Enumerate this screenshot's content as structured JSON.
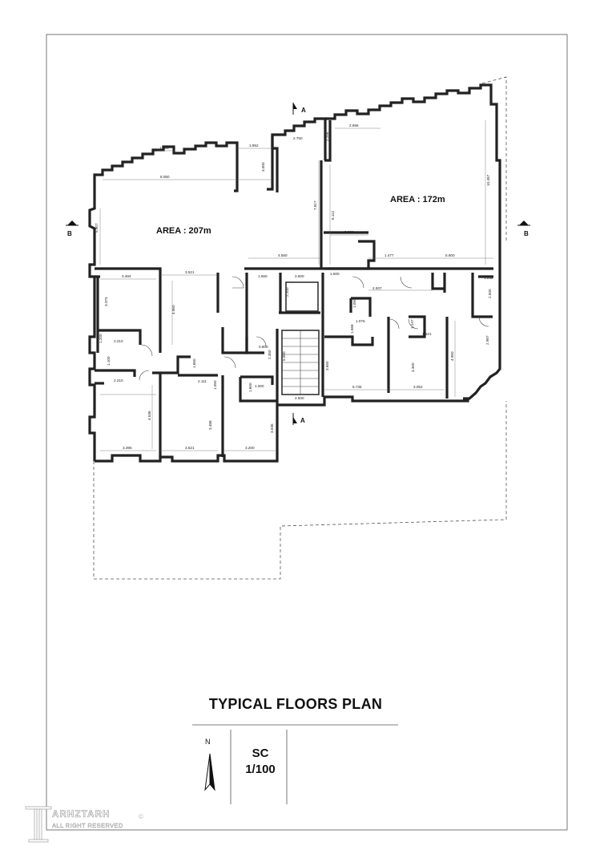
{
  "plan": {
    "title": "TYPICAL FLOORS PLAN",
    "scale": "SC\n1/100",
    "north_label": "N",
    "north_icon": "north-arrow-icon"
  },
  "areas": {
    "left": "AREA : 207m",
    "right": "AREA : 172m"
  },
  "section_marks": {
    "a_top": "A",
    "a_bottom": "A",
    "b_left": "B",
    "b_right": "B"
  },
  "dimensions": {
    "d1_200": "1.200",
    "d1_952": "1.952",
    "d2_750": "2.750",
    "d2_596": "2.596",
    "d2_256": "2.256",
    "d3_000": "3.000",
    "d8_050": "8.050",
    "d5_907": "5.907",
    "d7_817": "7.817",
    "d6_112": "6.112",
    "d10_457": "10.457",
    "d3_060": "3.060",
    "d4_550": "4.550",
    "d1_477": "1.477",
    "d5_600": "5.600",
    "d3_484": "3.484",
    "d3_521a": "3.521",
    "d1_650": "1.650",
    "d2_600": "2.600",
    "d1_500": "1.500",
    "d2_937": "2.937",
    "d1_232": "1.232",
    "d2_500": "2.500",
    "d3_373": "3.373",
    "d4_950a": "4.950",
    "d2_200": "2.200",
    "d1_050": "1.050",
    "d1_076": "1.076",
    "d1_147": "1.147",
    "d1_568": "1.568",
    "d1_521": "1.521",
    "d2_987": "2.987",
    "d2_210a": "2.210",
    "d0_800": "0.800",
    "d2_350": "2.350",
    "d5_000": "5.000",
    "d3_650": "3.650",
    "d3_300": "3.300",
    "d4_950b": "4.950",
    "d1_100": "1.100",
    "d1_650b": "1.650",
    "d2_111": "2.111",
    "d2_210b": "2.210",
    "d1_600": "1.600",
    "d1_000": "1.000",
    "d1_050b": "1.050",
    "d2_500b": "2.500",
    "d5_735": "5.735",
    "d3_052": "3.052",
    "d4_536": "4.536",
    "d3_488": "3.488",
    "d3_036": "3.036",
    "d3_395": "3.395",
    "d3_521b": "3.521",
    "d3_200": "3.200",
    "d1_200b": "1.200"
  },
  "logo": {
    "brand": "ARHZTARH",
    "rights": "ALL RIGHT RESERVED",
    "copyright": "©",
    "mark_icon": "column-logo-icon"
  }
}
